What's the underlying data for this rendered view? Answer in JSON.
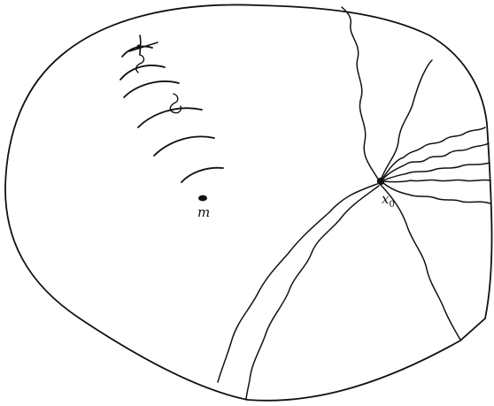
{
  "figure": {
    "labels": {
      "center_point": "m",
      "source_point": "x",
      "source_subscript": "0"
    },
    "counts": {
      "arcs": 6,
      "paths_from_source": 10
    },
    "colors": {
      "ink": "#111111",
      "background": "#ffffff"
    }
  }
}
